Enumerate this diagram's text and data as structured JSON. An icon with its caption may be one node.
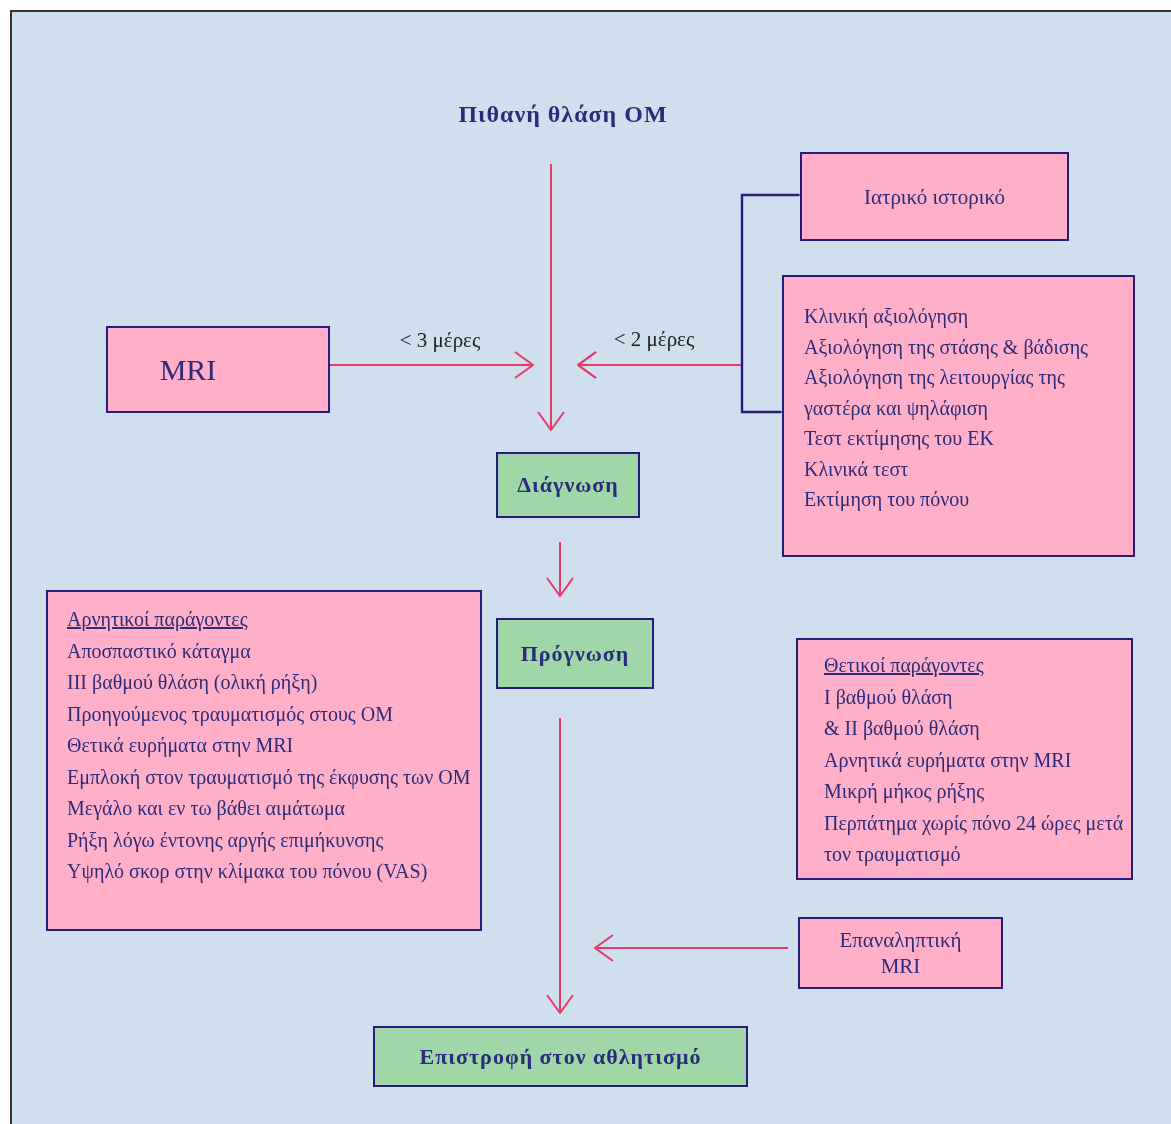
{
  "diagram": {
    "nodes": [
      {
        "text": [
          "Πιθανή θλάση ΟΜ"
        ]
      },
      {
        "text": [
          "Ιατρικό ιστορικό"
        ]
      },
      {
        "text": [
          "Κλινική αξιολόγηση",
          "Αξιολόγηση της στάσης & βάδισης",
          "Αξιολόγηση της λειτουργίας της γαστέρα και ψηλάφιση",
          "Τεστ εκτίμησης του ΕΚ",
          "Κλινικά τεστ",
          "Εκτίμηση του πόνου"
        ]
      },
      {
        "text": [
          "MRI"
        ]
      },
      {
        "text": [
          "Διάγνωση"
        ]
      },
      {
        "text": [
          "Πρόγνωση"
        ]
      },
      {
        "text": [
          "Αρνητικοί παράγοντες",
          "Αποσπαστικό κάταγμα",
          "ΙΙΙ βαθμού θλάση (ολική ρήξη)",
          "Προηγούμενος τραυματισμός  στους ΟΜ",
          "Θετικά ευρήματα στην MRI",
          "Εμπλοκή στον τραυματισμό της έκφυσης των ΟΜ",
          "Μεγάλο και εν τω βάθει αιμάτωμα",
          "Ρήξη λόγω έντονης αργής επιμήκυνσης",
          "Υψηλό σκορ στην κλίμακα του πόνου (VAS)"
        ]
      },
      {
        "text": [
          "Θετικοί παράγοντες",
          "Ι βαθμού θλάση",
          "& ΙΙ βαθμού θλάση",
          "Αρνητικά ευρήματα στην MRI",
          "Μικρή μήκος ρήξης",
          "Περπάτημα χωρίς πόνο 24 ώρες μετά τον τραυματισμό"
        ]
      },
      {
        "text": [
          "Επαναληπτική MRI"
        ]
      },
      {
        "text": [
          "Επιστροφή στον αθλητισμό"
        ]
      }
    ],
    "edges": [
      {
        "from": 0,
        "to": 4,
        "arrow": "to"
      },
      {
        "from": 3,
        "to": null,
        "arrow": "to",
        "label": "< 3 μέρες"
      },
      {
        "from": 1,
        "to": null,
        "arrow": "to",
        "label": "< 2 μέρες"
      },
      {
        "from": 2,
        "to": null,
        "arrow": "to"
      },
      {
        "from": 4,
        "to": 5,
        "arrow": "to"
      },
      {
        "from": 5,
        "to": 9,
        "arrow": "to"
      },
      {
        "from": 8,
        "to": null,
        "arrow": "to"
      }
    ]
  }
}
